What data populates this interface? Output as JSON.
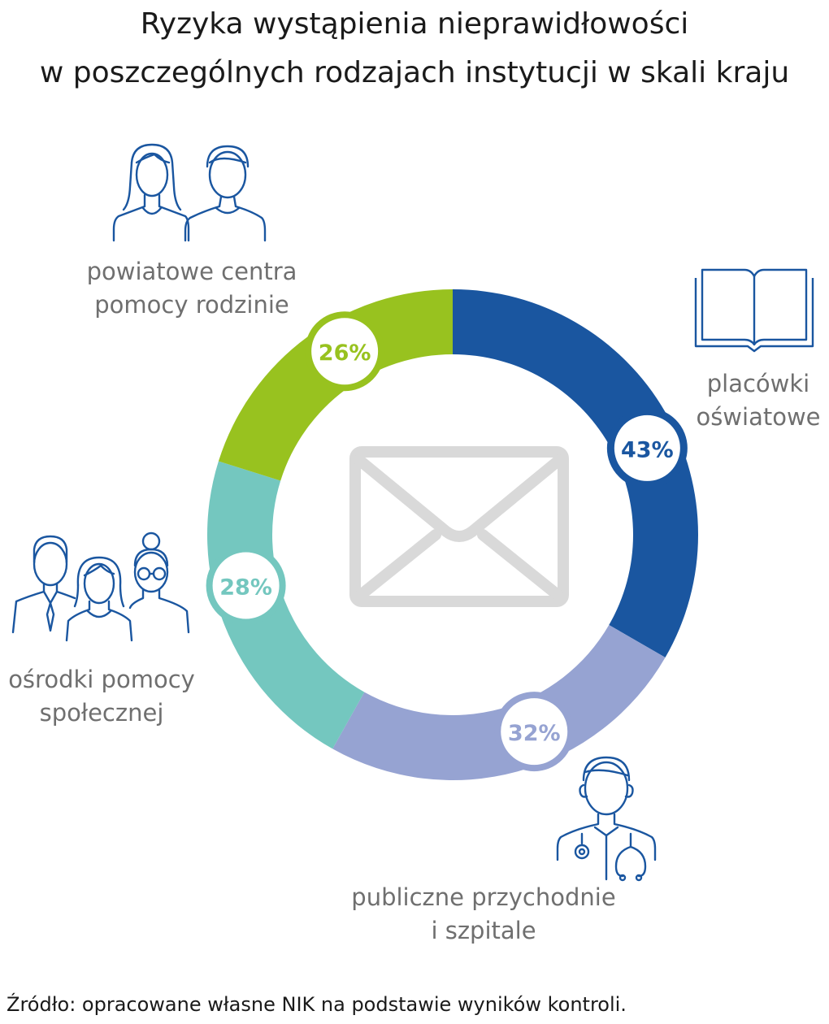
{
  "title": {
    "line1": "Ryzyka wystąpienia nieprawidłowości",
    "line2": "w poszczególnych rodzajach instytucji w skali kraju"
  },
  "chart_data": {
    "type": "pie",
    "donut": true,
    "title": "Ryzyka wystąpienia nieprawidłowości w poszczególnych rodzajach instytucji w skali kraju",
    "categories": [
      "placówki oświatowe",
      "publiczne przychodnie i szpitale",
      "ośrodki pomocy społecznej",
      "powiatowe centra pomocy rodzinie"
    ],
    "values": [
      43,
      32,
      28,
      26
    ],
    "value_labels": [
      "43%",
      "32%",
      "28%",
      "26%"
    ],
    "colors": [
      "#1a56a0",
      "#96a3d2",
      "#74c7bf",
      "#98c21f"
    ],
    "legend": "none",
    "center_icon": "envelope-icon",
    "center_icon_color": "#d9d9d9"
  },
  "labels": {
    "placowki": {
      "line1": "placówki",
      "line2": "oświatowe",
      "icon": "book-icon"
    },
    "przychodnie": {
      "line1": "publiczne przychodnie",
      "line2": "i szpitale",
      "icon": "doctor-icon"
    },
    "osrodki": {
      "line1": "ośrodki pomocy",
      "line2": "społecznej",
      "icon": "people-group-icon"
    },
    "pcpr": {
      "line1": "powiatowe centra",
      "line2": "pomocy rodzinie",
      "icon": "family-icon"
    }
  },
  "icon_color": "#1a56a0",
  "label_color": "#6f6f6f",
  "source": "Źródło: opracowane własne NIK na podstawie wyników kontroli."
}
